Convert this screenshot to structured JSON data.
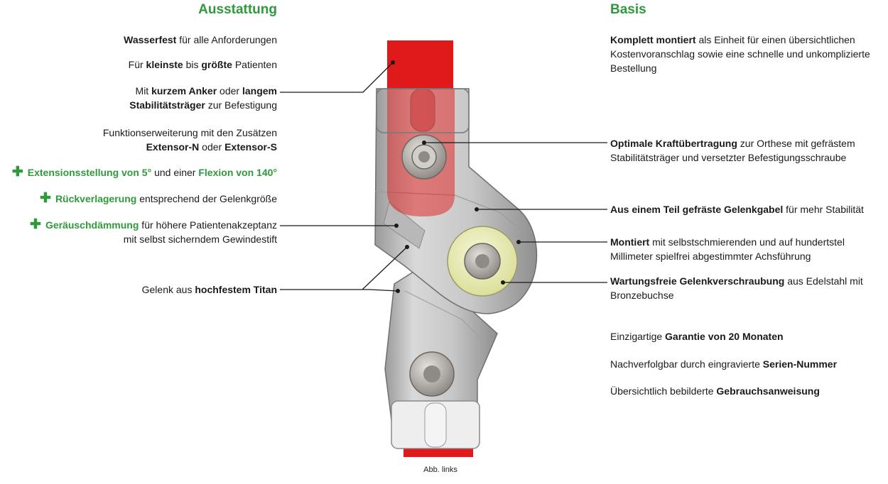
{
  "headings": {
    "left": "Ausstattung",
    "right": "Basis"
  },
  "left_items": [
    {
      "parts": [
        {
          "t": "Wasserfest",
          "s": "b"
        },
        {
          "t": " für alle Anforderungen"
        }
      ]
    },
    {
      "parts": [
        {
          "t": "Für "
        },
        {
          "t": "kleinste",
          "s": "b"
        },
        {
          "t": " bis "
        },
        {
          "t": "größte",
          "s": "b"
        },
        {
          "t": " Patienten"
        }
      ]
    },
    {
      "parts": [
        {
          "t": "Mit "
        },
        {
          "t": "kurzem Anker",
          "s": "b"
        },
        {
          "t": " oder "
        },
        {
          "t": "langem",
          "s": "b"
        },
        {
          "t": "\n"
        },
        {
          "t": "Stabilitätsträger",
          "s": "b"
        },
        {
          "t": " zur Befestigung"
        }
      ]
    },
    {
      "parts": [
        {
          "t": "Funktionserweiterung mit den Zusätzen\n"
        },
        {
          "t": "Extensor-N",
          "s": "b"
        },
        {
          "t": " oder "
        },
        {
          "t": "Extensor-S",
          "s": "b"
        }
      ]
    },
    {
      "plus": "✚",
      "parts": [
        {
          "t": "Extensionsstellung von 5°",
          "s": "g"
        },
        {
          "t": " und einer "
        },
        {
          "t": "Flexion von 140°",
          "s": "g"
        }
      ]
    },
    {
      "plus": "✚",
      "parts": [
        {
          "t": "Rückverlagerung",
          "s": "g"
        },
        {
          "t": " entsprechend der Gelenkgröße"
        }
      ]
    },
    {
      "plus": "✚",
      "parts": [
        {
          "t": "Geräuschdämmung",
          "s": "g"
        },
        {
          "t": " für höhere Patientenakzeptanz\nmit selbst sicherndem Gewindestift"
        }
      ]
    },
    {
      "parts": [
        {
          "t": "Gelenk aus "
        },
        {
          "t": "hochfestem Titan",
          "s": "b"
        }
      ]
    }
  ],
  "right_items": [
    {
      "parts": [
        {
          "t": "Komplett montiert",
          "s": "b"
        },
        {
          "t": " als Einheit für einen übersichtlichen Kostenvoranschlag sowie eine schnelle und unkomplizierte Bestellung"
        }
      ]
    },
    {
      "parts": [
        {
          "t": "Optimale Kraftübertragung",
          "s": "b"
        },
        {
          "t": " zur Orthese mit gefrästem Stabilitätsträger und versetzter Befestigungsschraube"
        }
      ]
    },
    {
      "parts": [
        {
          "t": "Aus einem Teil gefräste Gelenkgabel",
          "s": "b"
        },
        {
          "t": " für mehr Stabilität"
        }
      ]
    },
    {
      "parts": [
        {
          "t": "Montiert",
          "s": "b"
        },
        {
          "t": " mit selbstschmierenden und auf hundertstel Millimeter spielfrei abgestimmter Achsführung"
        }
      ]
    },
    {
      "parts": [
        {
          "t": "Wartungsfreie Gelenkverschraubung",
          "s": "b"
        },
        {
          "t": " aus Edelstahl mit Bronzebuchse"
        }
      ]
    },
    {
      "parts": [
        {
          "t": "Einzigartige "
        },
        {
          "t": "Garantie von 20 Monaten",
          "s": "b"
        }
      ]
    },
    {
      "parts": [
        {
          "t": "Nachverfolgbar durch eingravierte "
        },
        {
          "t": "Serien-Nummer",
          "s": "b"
        }
      ]
    },
    {
      "parts": [
        {
          "t": "Übersichtlich bebilderte "
        },
        {
          "t": "Gebrauchsanweisung",
          "s": "b"
        }
      ]
    }
  ],
  "caption": "Abb. links",
  "colors": {
    "accent_green": "#2e9a3c",
    "bar_red": "#e01a1a",
    "metal": "#c9c9c9",
    "bushing": "#eef0b8"
  }
}
